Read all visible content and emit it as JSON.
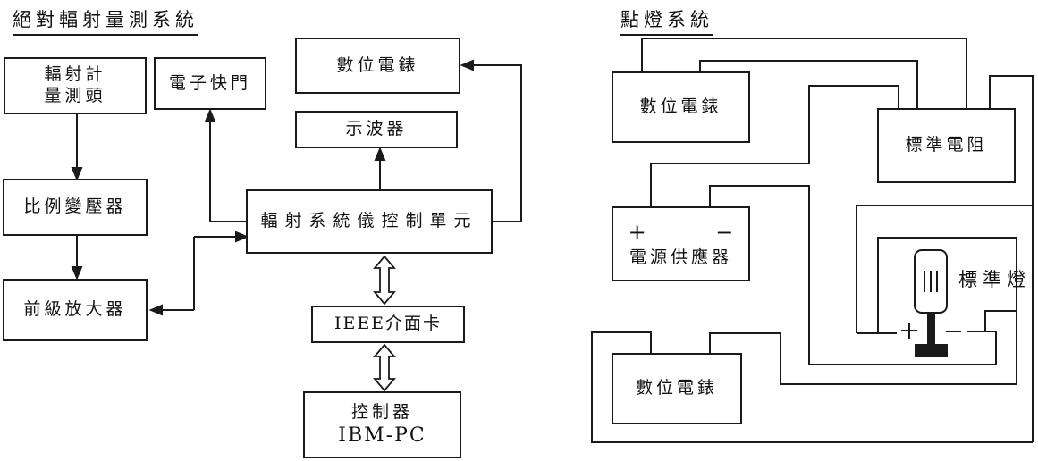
{
  "left": {
    "title": "絕對輻射量測系統",
    "detector_l1": "輻射計",
    "detector_l2": "量測頭",
    "shutter": "電子快門",
    "transformer": "比例變壓器",
    "preamp": "前級放大器",
    "meter": "數位電錶",
    "oscilloscope": "示波器",
    "control_unit": "輻射系統儀控制單元",
    "ieee_card": "IEEE介面卡",
    "controller_l1": "控制器",
    "controller_l2": "IBM-PC"
  },
  "right": {
    "title": "點燈系統",
    "meter_top": "數位電錶",
    "resistor": "標準電阻",
    "psu_plus": "+",
    "psu_minus": "−",
    "psu_label": "電源供應器",
    "lamp_label": "標準燈",
    "meter_bottom": "數位電錶"
  },
  "colors": {
    "line": "#1a1a1a",
    "background": "#ffffff"
  }
}
